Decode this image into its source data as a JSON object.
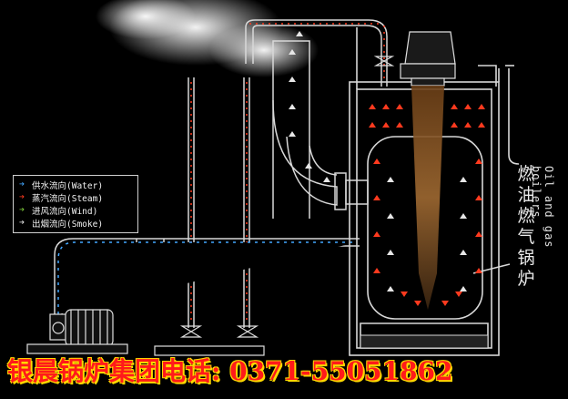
{
  "legend": {
    "items": [
      {
        "arrow": "➔",
        "label": "供水流向(Water)",
        "color": "#43a7ff"
      },
      {
        "arrow": "➔",
        "label": "蒸汽流向(Steam)",
        "color": "#ff3a1e"
      },
      {
        "arrow": "➔",
        "label": "进风流向(Wind)",
        "color": "#7cc83a"
      },
      {
        "arrow": "➔",
        "label": "出烟流向(Smoke)",
        "color": "#e6e6e6"
      }
    ]
  },
  "title_vertical": "燃油燃气锅炉",
  "subtitle_vertical": "Oil and gas boilers",
  "banner": {
    "text": "银晨锅炉集团电话: 0371-55051862",
    "color": "#ff1a1a"
  },
  "colors": {
    "water": "#43a7ff",
    "steam": "#ff3a1e",
    "smoke": "#e6e6e6",
    "pipe": "#d8d8d8",
    "flame": "#8a5a2b"
  }
}
